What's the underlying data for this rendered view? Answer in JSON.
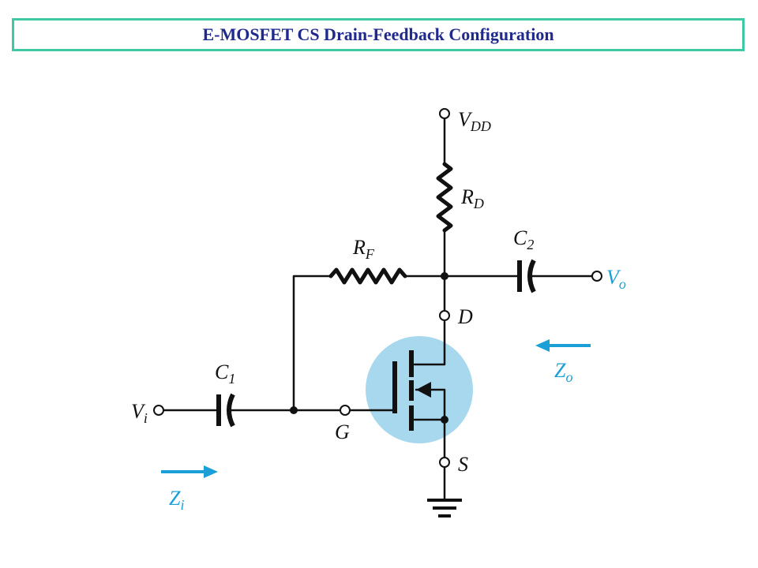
{
  "title": "E-MOSFET CS Drain-Feedback Configuration",
  "labels": {
    "vdd": {
      "main": "V",
      "sub": "DD"
    },
    "rd": {
      "main": "R",
      "sub": "D"
    },
    "rf": {
      "main": "R",
      "sub": "F"
    },
    "c2": {
      "main": "C",
      "sub": "2"
    },
    "c1": {
      "main": "C",
      "sub": "1"
    },
    "vo": {
      "main": "V",
      "sub": "o"
    },
    "vi": {
      "main": "V",
      "sub": "i"
    },
    "d": "D",
    "g": "G",
    "s": "S",
    "zo": {
      "main": "Z",
      "sub": "o"
    },
    "zi": {
      "main": "Z",
      "sub": "i"
    }
  },
  "colors": {
    "title_border": "#3fc9a3",
    "title_text": "#1f2a8c",
    "accent": "#1aa0d6",
    "transistor_highlight": "#a8d8ee",
    "wire": "#111111"
  }
}
